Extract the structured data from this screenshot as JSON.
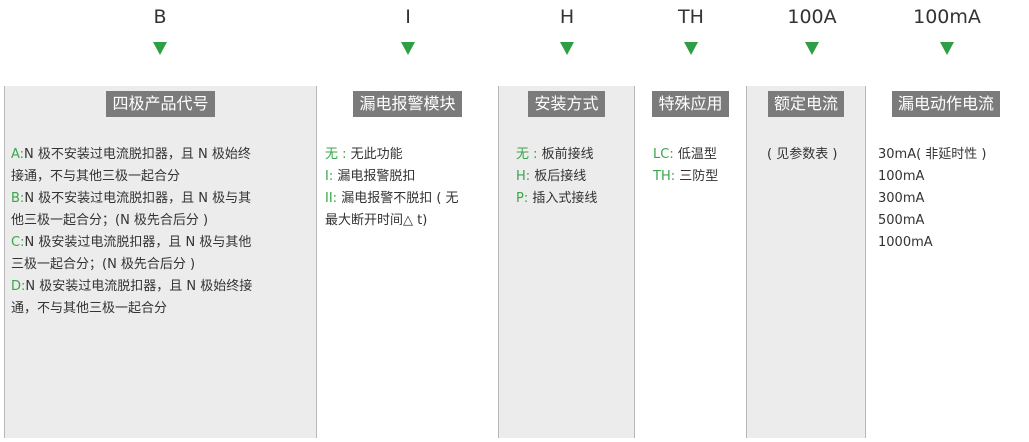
{
  "codes": [
    "B",
    "I",
    "H",
    "TH",
    "100A",
    "100mA"
  ],
  "colors": {
    "accent": "#3aa64a",
    "arrow": "#2f9e44",
    "header_bg": "#7b7b7b",
    "shade": "#ececec"
  },
  "columns": [
    {
      "title": "四极产品代号",
      "lines": [
        {
          "key": "A:",
          "text": "N 极不安装过电流脱扣器，且 N 极始终"
        },
        {
          "key": "",
          "text": "接通，不与其他三极一起合分"
        },
        {
          "key": "B:",
          "text": "N 极不安装过电流脱扣器，且 N 极与其"
        },
        {
          "key": "",
          "text": "他三极一起合分；(N 极先合后分 )"
        },
        {
          "key": "C:",
          "text": "N 极安装过电流脱扣器，且 N 极与其他"
        },
        {
          "key": "",
          "text": "三极一起合分；(N 极先合后分 )"
        },
        {
          "key": "D:",
          "text": "N 极安装过电流脱扣器，且 N 极始终接"
        },
        {
          "key": "",
          "text": "通，不与其他三极一起合分"
        }
      ]
    },
    {
      "title": "漏电报警模块",
      "lines": [
        {
          "key": "无 :",
          "text": " 无此功能"
        },
        {
          "key": "I:",
          "text": " 漏电报警脱扣"
        },
        {
          "key": "II:",
          "text": " 漏电报警不脱扣 ( 无"
        },
        {
          "key": "",
          "text": "最大断开时间△ t)"
        }
      ]
    },
    {
      "title": "安装方式",
      "lines": [
        {
          "key": "无 :",
          "text": " 板前接线"
        },
        {
          "key": "H:",
          "text": " 板后接线"
        },
        {
          "key": "P:",
          "text": " 插入式接线"
        }
      ]
    },
    {
      "title": "特殊应用",
      "lines": [
        {
          "key": "LC:",
          "text": " 低温型"
        },
        {
          "key": "TH:",
          "text": " 三防型"
        }
      ]
    },
    {
      "title": "额定电流",
      "lines": [
        {
          "key": "",
          "text": "( 见参数表 )"
        }
      ]
    },
    {
      "title": "漏电动作电流",
      "lines": [
        {
          "key": "",
          "text": "30mA(  非延时性 )"
        },
        {
          "key": "",
          "text": "100mA"
        },
        {
          "key": "",
          "text": "300mA"
        },
        {
          "key": "",
          "text": "500mA"
        },
        {
          "key": "",
          "text": "1000mA"
        }
      ]
    }
  ]
}
